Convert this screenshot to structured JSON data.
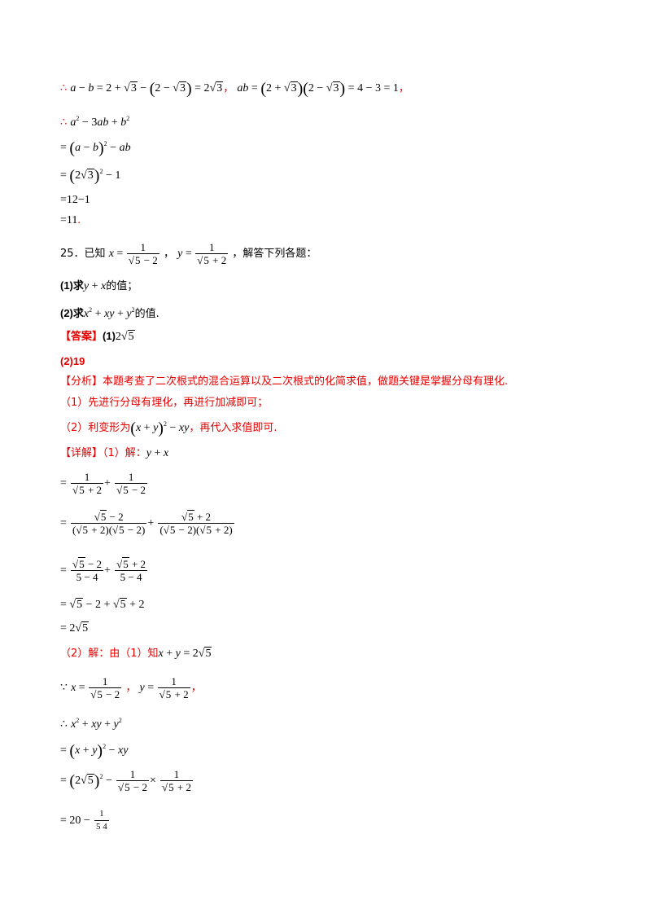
{
  "lines": {
    "l1_prefix": "∴",
    "l2": "∴",
    "l5": "=12−1",
    "l6": "=11.",
    "q25_num": "25．已知",
    "q25_mid": "，",
    "q25_end": "，解答下列各题：",
    "q1": "(1)求",
    "q1_end": "的值；",
    "q2": "(2)求",
    "q2_end": "的值.",
    "answer_label": "【答案】",
    "answer_1": "(1)",
    "answer_2": "(2)19",
    "analysis_label": "【分析】",
    "analysis_text": "本题考查了二次根式的混合运算以及二次根式的化简求值，做题关键是掌握分母有理化.",
    "analysis_1": "（1）先进行分母有理化，再进行加减即可；",
    "analysis_2a": "（2）利变形为",
    "analysis_2b": "，再代入求值即可.",
    "detail_label": "【详解】",
    "detail_1": "（1）解：",
    "detail_2": "（2）解：由（1）知",
    "because": "∵",
    "comma": "，",
    "therefore": "∴"
  }
}
